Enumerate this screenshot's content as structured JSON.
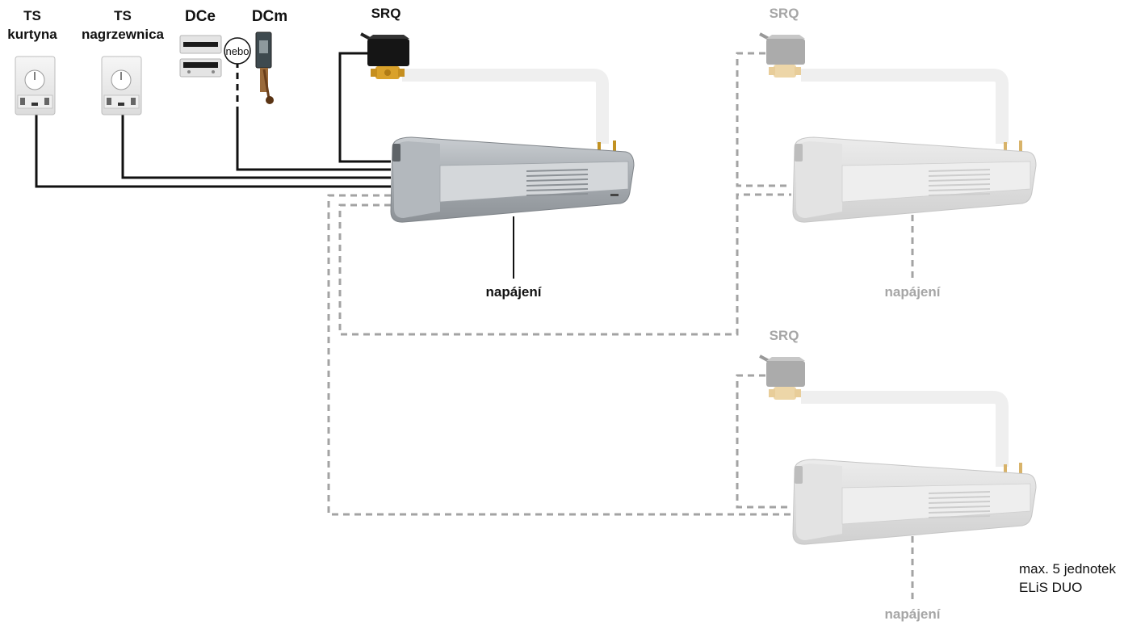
{
  "labels": {
    "ts_curtain": [
      "TS",
      "kurtyna"
    ],
    "ts_heater": [
      "TS",
      "nagrzewnica"
    ],
    "dce": "DCe",
    "dcm": "DCm",
    "or_word": "nebo",
    "srq": "SRQ",
    "power": "napájení",
    "note": [
      "max. 5 jednotek",
      "ELiS DUO"
    ]
  },
  "colors": {
    "wire_active": "#111111",
    "wire_optional": "#9f9f9f",
    "pipe": "#f0f0f0",
    "unit_active": "#9aa0a6",
    "unit_faded": "#dcdcdc",
    "label_faded": "#a6a6a6",
    "valve_body": "#111111",
    "valve_brass": "#d9a12a"
  },
  "components": [
    {
      "type": "thermostat",
      "label_key": "ts_curtain"
    },
    {
      "type": "thermostat",
      "label_key": "ts_heater"
    },
    {
      "type": "door-contact-electronic",
      "label_key": "dce"
    },
    {
      "type": "door-contact-mechanical",
      "label_key": "dcm"
    },
    {
      "type": "valve",
      "label_key": "srq",
      "state": "active"
    },
    {
      "type": "valve",
      "label_key": "srq",
      "state": "faded"
    },
    {
      "type": "valve",
      "label_key": "srq",
      "state": "faded"
    },
    {
      "type": "air-curtain",
      "state": "active"
    },
    {
      "type": "air-curtain",
      "state": "faded"
    },
    {
      "type": "air-curtain",
      "state": "faded"
    }
  ]
}
